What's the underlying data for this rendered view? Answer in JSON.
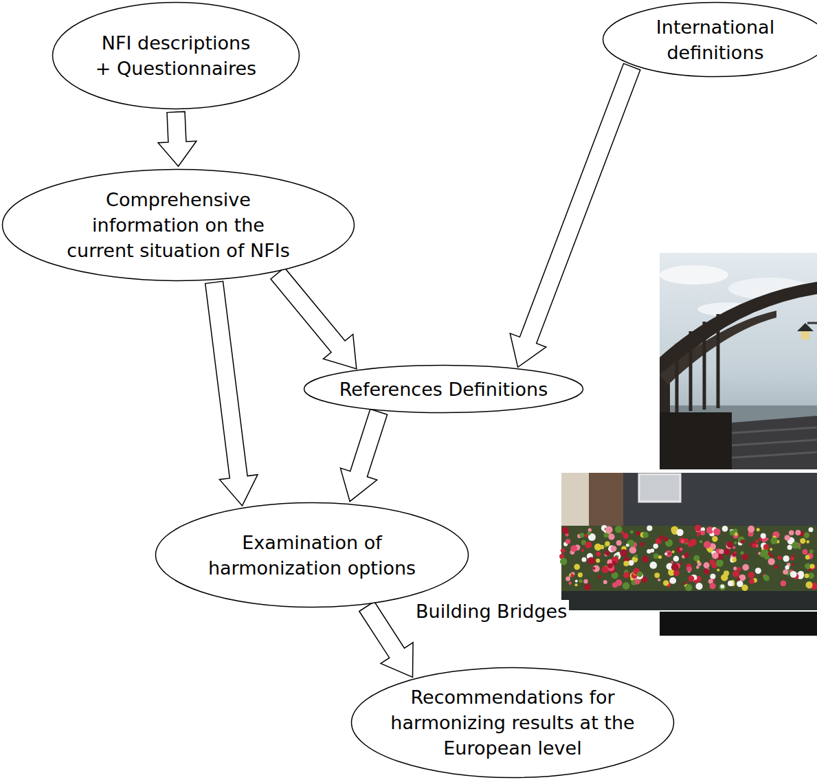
{
  "diagram": {
    "nodes": [
      {
        "text": [
          "NFI descriptions + Questionnaires"
        ]
      },
      {
        "text": [
          "International definitions"
        ]
      },
      {
        "text": [
          "Comprehensive information on the current situation of NFIs"
        ]
      },
      {
        "text": [
          "References Definitions"
        ]
      },
      {
        "text": [
          "Examination of harmonization options"
        ]
      },
      {
        "text": [
          "Recommendations for harmonizing results at the European level"
        ]
      }
    ],
    "edges": [
      {
        "from": 0,
        "to": 2,
        "arrow": "to"
      },
      {
        "from": 1,
        "to": 3,
        "arrow": "to"
      },
      {
        "from": 2,
        "to": 3,
        "arrow": "to"
      },
      {
        "from": 2,
        "to": 4,
        "arrow": "to"
      },
      {
        "from": 3,
        "to": 4,
        "arrow": "to"
      },
      {
        "from": 4,
        "to": 5,
        "label": "Building Bridges",
        "arrow": "to"
      }
    ]
  }
}
